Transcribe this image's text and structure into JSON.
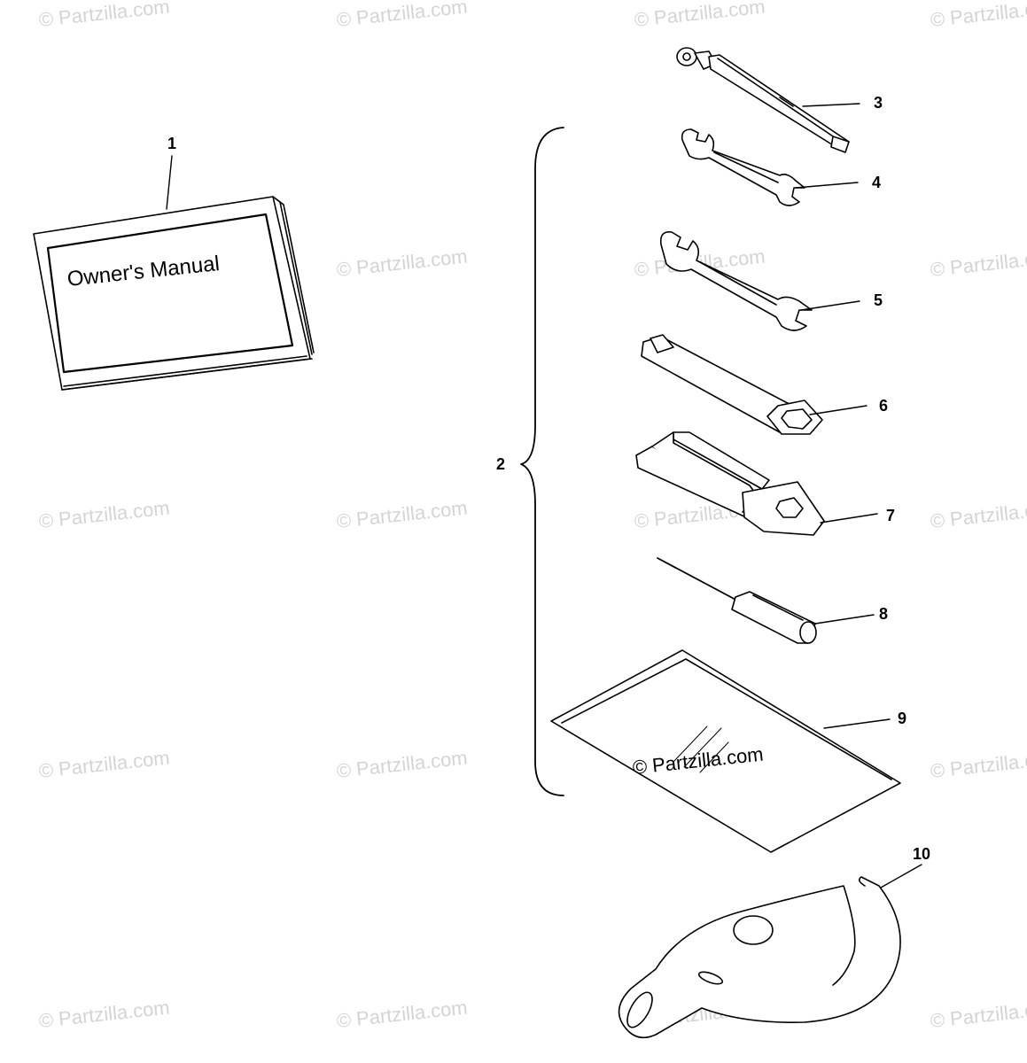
{
  "watermark": "© Partzilla.com",
  "center_watermark": "© Partzilla.com",
  "manual_title": "Owner's Manual",
  "callouts": [
    "1",
    "2",
    "3",
    "4",
    "5",
    "6",
    "7",
    "8",
    "9",
    "10"
  ],
  "parts": [
    {
      "ref": "1",
      "icon": "owners-manual-icon"
    },
    {
      "ref": "2",
      "icon": "tool-kit-bracket-icon"
    },
    {
      "ref": "3",
      "icon": "tire-gauge-icon"
    },
    {
      "ref": "4",
      "icon": "small-wrench-icon"
    },
    {
      "ref": "5",
      "icon": "large-wrench-icon"
    },
    {
      "ref": "6",
      "icon": "spark-plug-socket-icon"
    },
    {
      "ref": "7",
      "icon": "spanner-bracket-icon"
    },
    {
      "ref": "8",
      "icon": "screwdriver-icon"
    },
    {
      "ref": "9",
      "icon": "tool-bag-icon"
    },
    {
      "ref": "10",
      "icon": "hook-spanner-icon"
    }
  ]
}
